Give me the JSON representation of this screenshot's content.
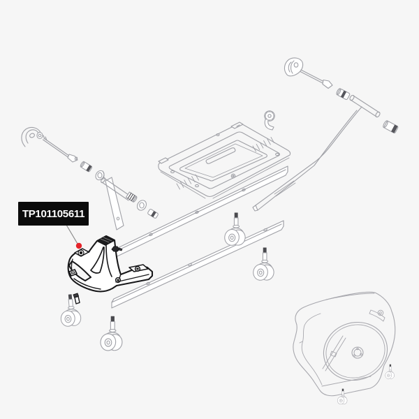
{
  "app": {
    "background": "#f6f6f6"
  },
  "callout": {
    "part_number": "TP101105611",
    "label_bg": "#0b0b0b",
    "label_text_color": "#ffffff",
    "marker_color": "#e5242a"
  },
  "diagram": {
    "type": "exploded-parts-diagram",
    "subject": "bike travel case base assembly",
    "line_color": "#9fa0a6",
    "highlight_color": "#18181a",
    "parts": [
      {
        "id": "quick-release-skewer-left",
        "highlighted": false
      },
      {
        "id": "axle-bushings-left",
        "highlighted": false
      },
      {
        "id": "support-plate-left",
        "highlighted": false
      },
      {
        "id": "fork-mount-platform",
        "highlighted": false
      },
      {
        "id": "locking-knob",
        "highlighted": false
      },
      {
        "id": "quick-release-skewer-right",
        "highlighted": false
      },
      {
        "id": "axle-bushings-right",
        "highlighted": false
      },
      {
        "id": "curved-stabilizer-bar",
        "highlighted": false
      },
      {
        "id": "base-rail-upper",
        "highlighted": false
      },
      {
        "id": "base-rail-lower",
        "highlighted": false
      },
      {
        "id": "caster-wheel-1",
        "highlighted": false
      },
      {
        "id": "caster-wheel-2",
        "highlighted": false
      },
      {
        "id": "caster-wheel-3",
        "highlighted": false
      },
      {
        "id": "caster-wheel-4",
        "highlighted": false
      },
      {
        "id": "base-foot-bracket",
        "highlighted": true
      },
      {
        "id": "bike-travel-case-reference",
        "highlighted": false
      }
    ]
  }
}
